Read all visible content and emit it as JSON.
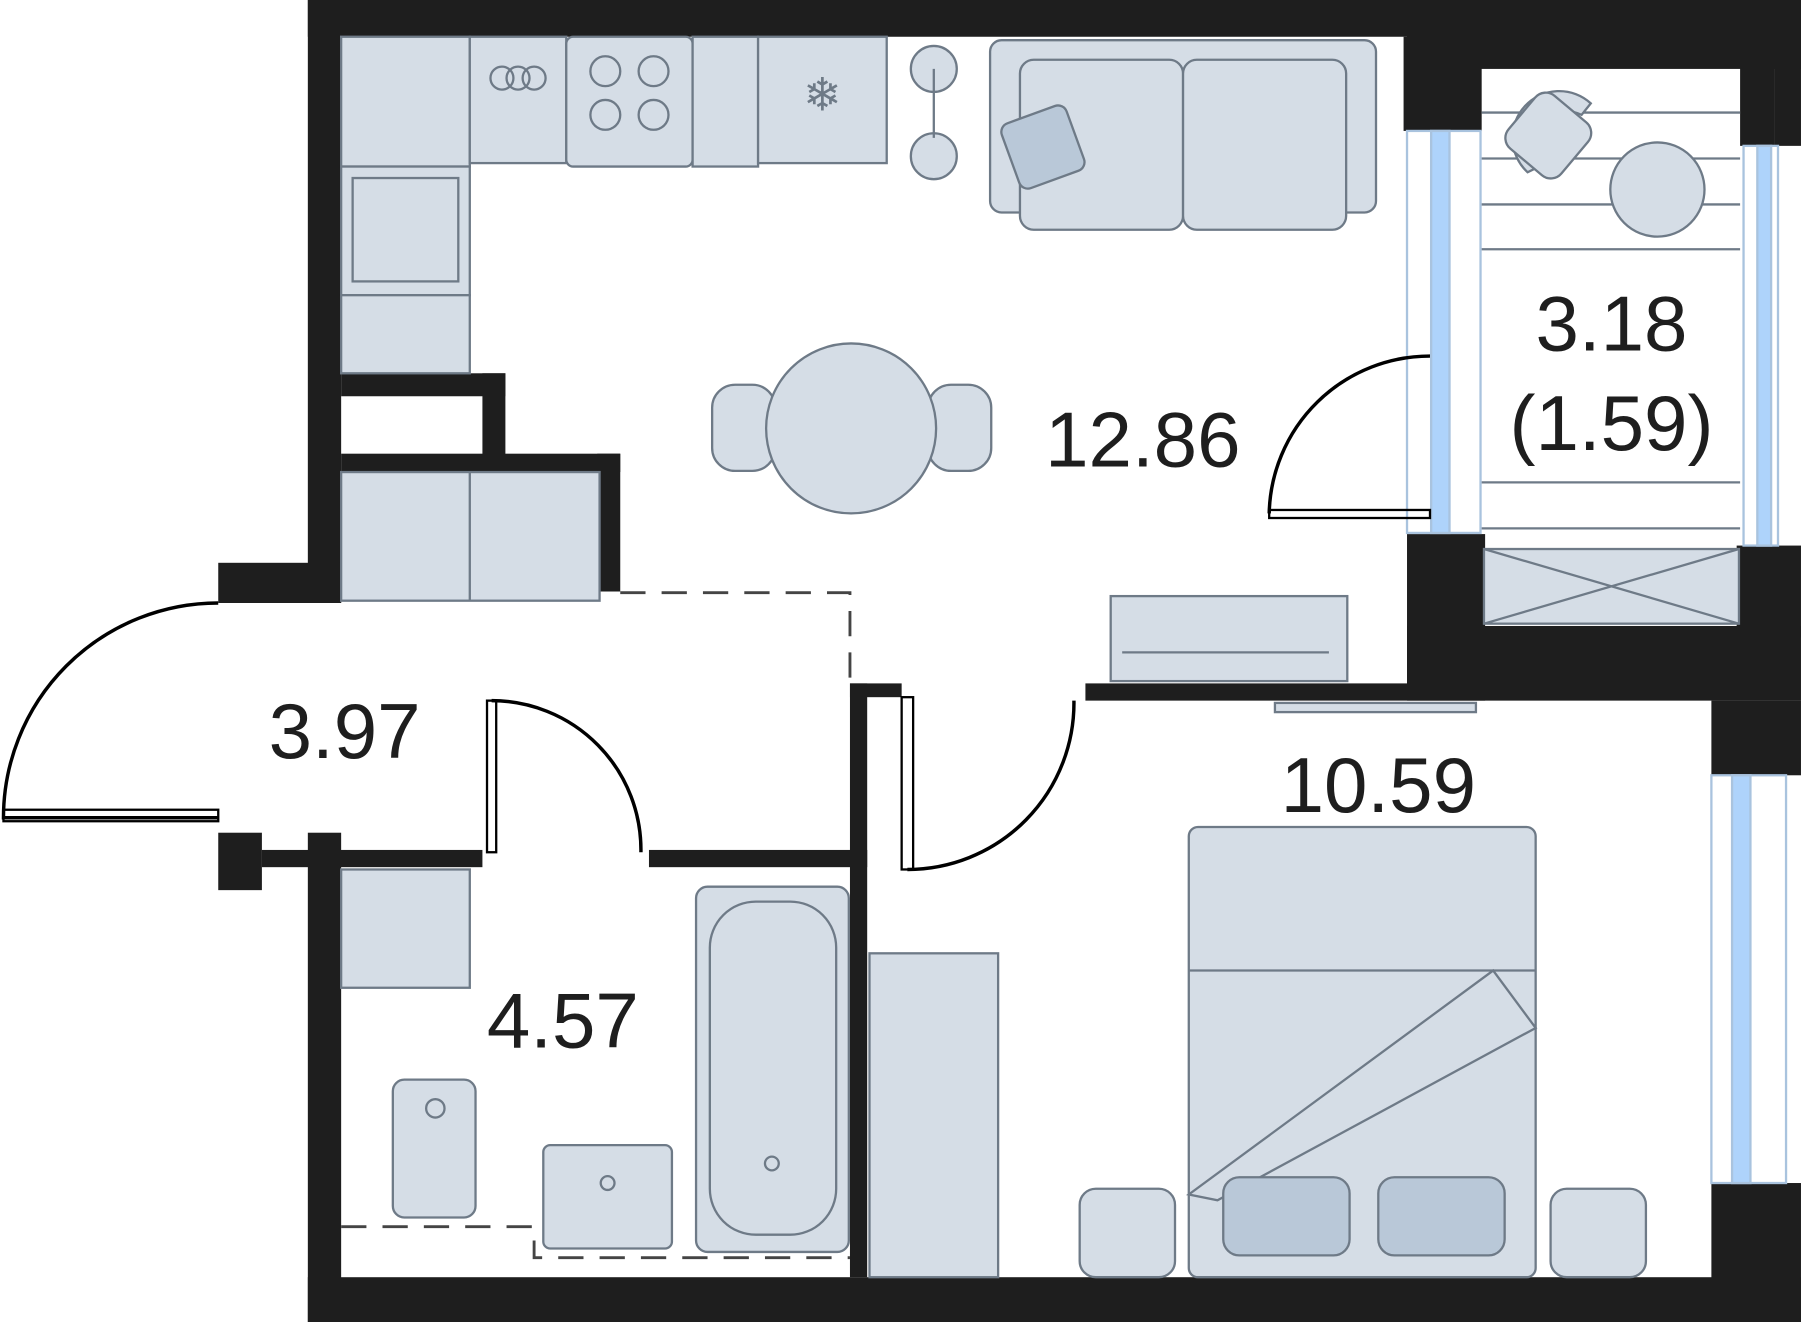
{
  "plan": {
    "rooms": [
      {
        "name": "living-kitchen",
        "area": "12.86"
      },
      {
        "name": "balcony",
        "area": "3.18",
        "reduced_area": "(1.59)"
      },
      {
        "name": "hallway",
        "area": "3.97"
      },
      {
        "name": "bathroom",
        "area": "4.57"
      },
      {
        "name": "bedroom",
        "area": "10.59"
      }
    ],
    "colors": {
      "wall": "#1e1e1e",
      "furniture": "#d5dde6",
      "window": "#aed3fb"
    }
  }
}
